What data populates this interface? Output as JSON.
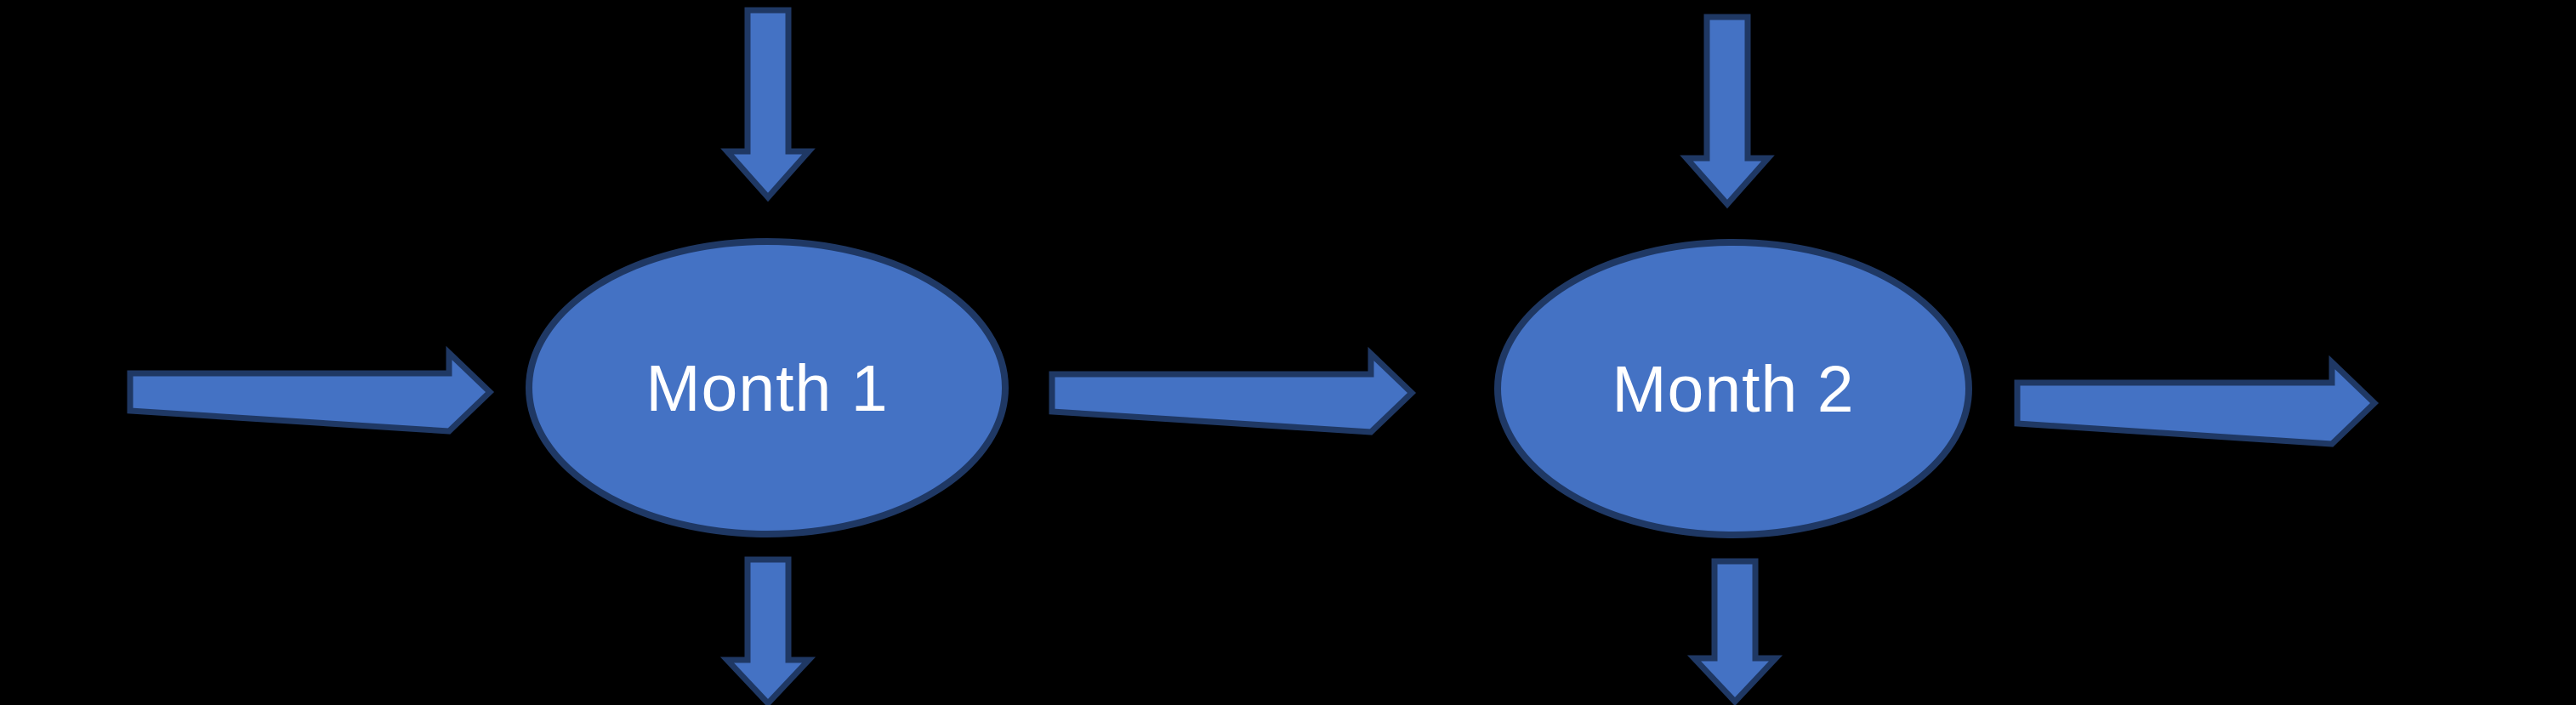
{
  "diagram": {
    "background_color": "#000000",
    "shape_fill": "#4472C4",
    "shape_border": "#1F3864",
    "label_color": "#FFFFFF",
    "nodes": [
      {
        "id": "month1",
        "shape": "ellipse",
        "label": "Month 1"
      },
      {
        "id": "month2",
        "shape": "ellipse",
        "label": "Month 2"
      }
    ],
    "arrows": [
      {
        "name": "inflow-top-month1",
        "direction": "down",
        "to": "month1"
      },
      {
        "name": "inflow-left-month1",
        "direction": "right",
        "to": "month1"
      },
      {
        "name": "flow-month1-to-month2",
        "direction": "right",
        "from": "month1",
        "to": "month2"
      },
      {
        "name": "outflow-bottom-month1",
        "direction": "down",
        "from": "month1"
      },
      {
        "name": "inflow-top-month2",
        "direction": "down",
        "to": "month2"
      },
      {
        "name": "outflow-right-month2",
        "direction": "right",
        "from": "month2"
      },
      {
        "name": "outflow-bottom-month2",
        "direction": "down",
        "from": "month2"
      }
    ]
  }
}
